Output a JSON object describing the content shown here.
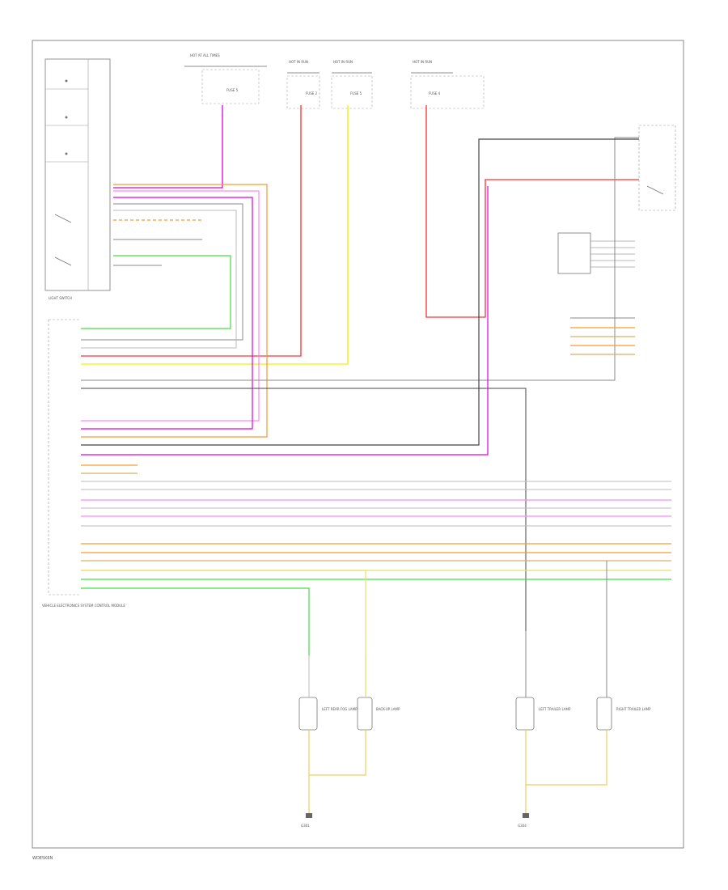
{
  "sheet": {
    "code": "WDE5K6N",
    "grounds": [
      "G301",
      "G304"
    ]
  },
  "power_sources": [
    {
      "label": "HOT AT ALL TIMES"
    },
    {
      "label": "HOT IN RUN"
    },
    {
      "label": "HOT IN RUN"
    },
    {
      "label": "HOT IN RUN"
    }
  ],
  "fuse_labels": [
    "FUSE 5",
    "FUSE 2",
    "FUSE 5",
    "FUSE 4"
  ],
  "component_labels": {
    "light_switch": "LIGHT SWITCH",
    "body_control": "VEHICLE ELECTRONICS SYSTEM CONTROL MODULE",
    "ground_g301": "G301",
    "ground_g304": "G304",
    "lamp_1": "LEFT REAR FOG LAMP",
    "lamp_2": "BACK-UP LAMP",
    "lamp_3": "LEFT TRAILER LAMP",
    "lamp_4": "RIGHT TRAILER LAMP"
  },
  "wire_colors": {
    "violet": "#e000e0",
    "pink": "#ff88ff",
    "red": "#ff3030",
    "yellow": "#f0f000",
    "green": "#40e040",
    "orange": "#f59a30",
    "tan": "#d8b06a",
    "gray": "#888888",
    "black": "#444444",
    "lightgray": "#bbbbbb"
  }
}
